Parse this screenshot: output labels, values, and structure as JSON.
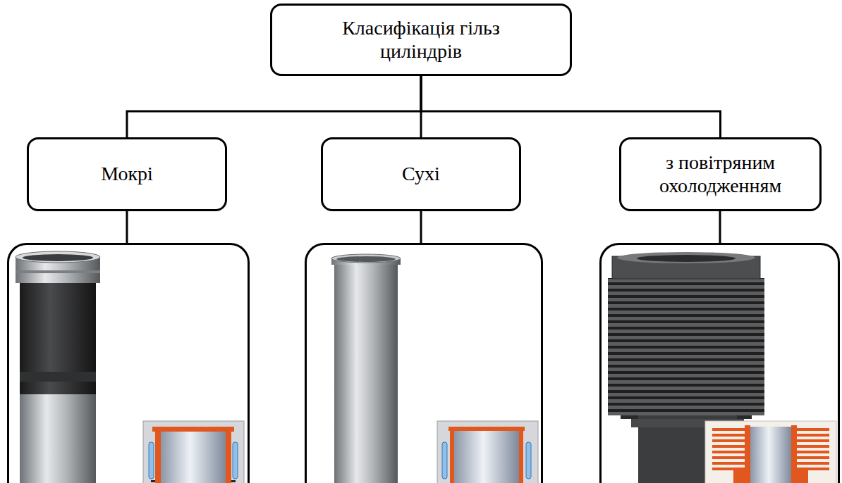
{
  "diagram": {
    "nodes": [
      {
        "text": [
          "Класифікація гільз циліндрів"
        ]
      },
      {
        "text": [
          "Мокрі"
        ]
      },
      {
        "text": [
          "Сухі"
        ]
      },
      {
        "text": [
          "з повітряним охолодженням"
        ]
      }
    ],
    "edges": [
      {
        "from": 0,
        "to": 1,
        "arrow": "none"
      },
      {
        "from": 0,
        "to": 2,
        "arrow": "none"
      },
      {
        "from": 0,
        "to": 3,
        "arrow": "none"
      }
    ]
  }
}
